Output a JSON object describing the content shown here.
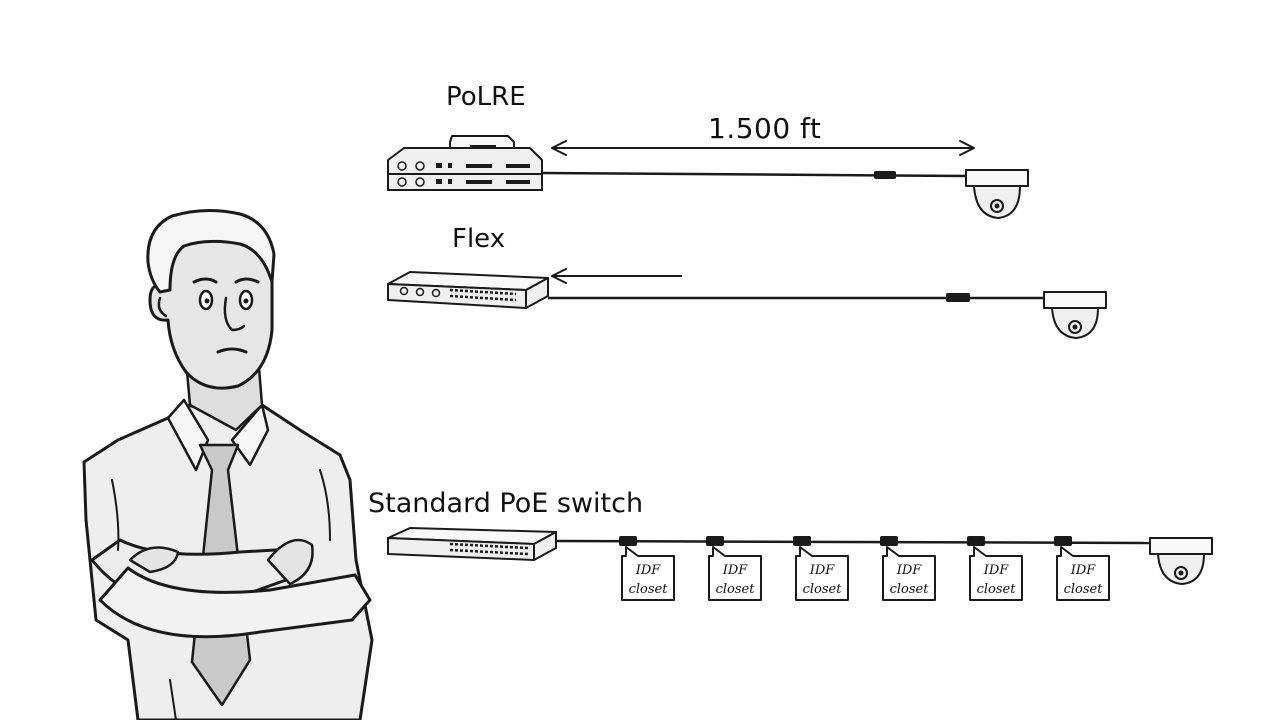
{
  "rows": {
    "polre": {
      "title": "PoLRE",
      "distance": "1.500 ft"
    },
    "flex": {
      "title": "Flex"
    },
    "standard": {
      "title": "Standard PoE switch",
      "closets": [
        {
          "line1": "IDF",
          "line2": "closet"
        },
        {
          "line1": "IDF",
          "line2": "closet"
        },
        {
          "line1": "IDF",
          "line2": "closet"
        },
        {
          "line1": "IDF",
          "line2": "closet"
        },
        {
          "line1": "IDF",
          "line2": "closet"
        },
        {
          "line1": "IDF",
          "line2": "closet"
        }
      ]
    }
  },
  "colors": {
    "ink": "#1a1a1a",
    "skin": "#e4e4e4",
    "shirt": "#eeeeee",
    "hair": "#f4f4f4",
    "tie": "#c8c8c8",
    "background": "#ffffff"
  }
}
